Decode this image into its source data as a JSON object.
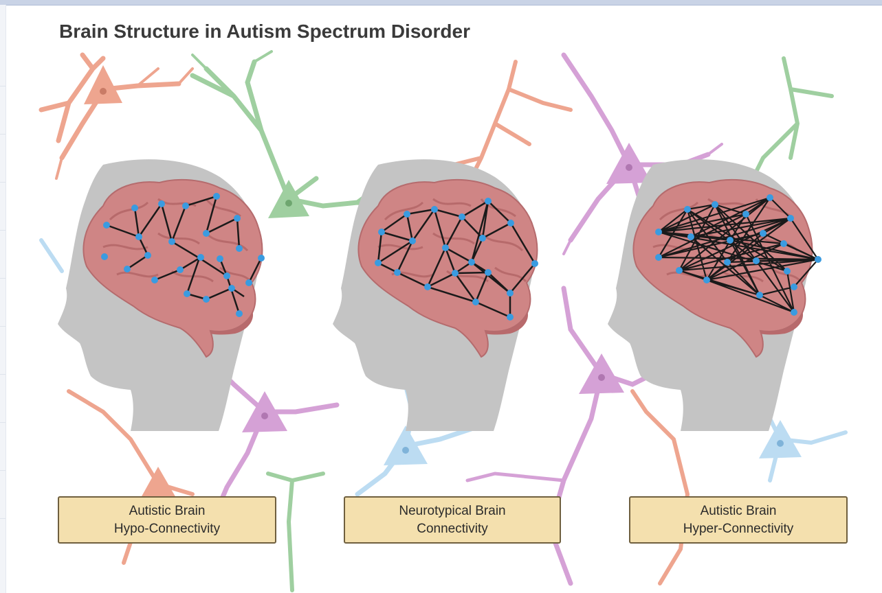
{
  "title": "Brain Structure in Autism Spectrum Disorder",
  "panels": [
    {
      "line1": "Autistic Brain",
      "line2": "Hypo-Connectivity",
      "connectivity": "hypo"
    },
    {
      "line1": "Neurotypical Brain",
      "line2": "Connectivity",
      "connectivity": "typical"
    },
    {
      "line1": "Autistic Brain",
      "line2": "Hyper-Connectivity",
      "connectivity": "hyper"
    }
  ],
  "colors": {
    "head": "#c4c4c4",
    "brain": "#cf8585",
    "brain_fold": "#ad5e60",
    "cerebellum": "#b86a6c",
    "node": "#3a9be0",
    "edge": "#1a1a1a",
    "neuron_green": "#9fcfa0",
    "neuron_orange": "#eea58f",
    "neuron_purple": "#d5a1d6",
    "neuron_blue": "#bcdcf2",
    "label_fill": "#f4e0ae",
    "label_border": "#6f5f3e"
  }
}
